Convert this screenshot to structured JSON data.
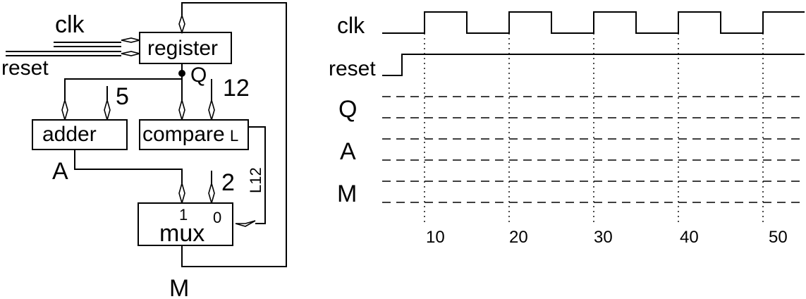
{
  "circuit": {
    "register_label": "register",
    "adder_label": "adder",
    "compare_label": "compare",
    "compare_output": "L",
    "mux_label": "mux",
    "mux_input_1": "1",
    "mux_input_0": "0",
    "clk_label": "clk",
    "reset_label": "reset",
    "q_label": "Q",
    "a_label": "A",
    "m_label": "M",
    "const_5": "5",
    "const_12": "12",
    "const_2": "2",
    "wire_l12": "L12"
  },
  "timing": {
    "signals": [
      "clk",
      "reset",
      "Q",
      "A",
      "M"
    ],
    "time_labels": [
      "10",
      "20",
      "30",
      "40",
      "50"
    ]
  }
}
